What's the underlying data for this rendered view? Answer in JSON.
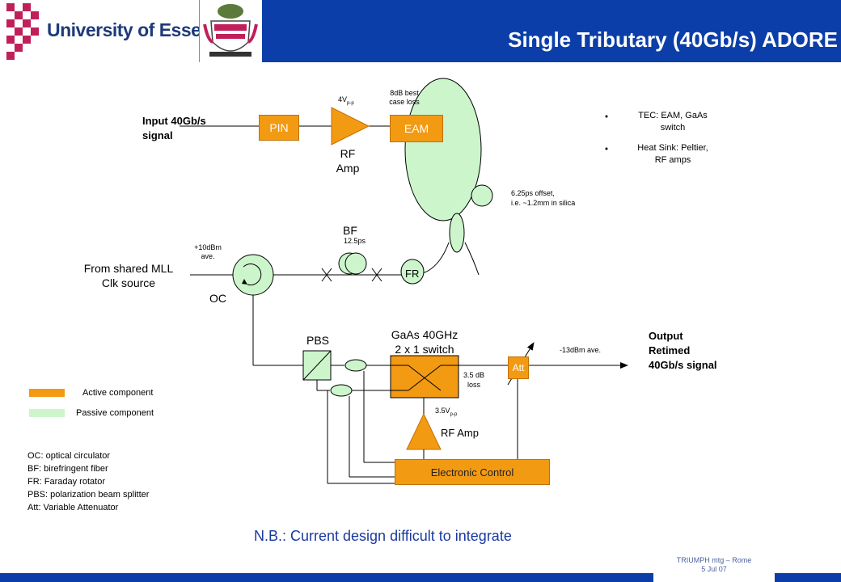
{
  "header": {
    "university": "University of Essex",
    "title": "Single Tributary (40Gb/s) ADORE"
  },
  "labels": {
    "input_signal": [
      "Input 40Gb/s",
      "signal"
    ],
    "pin": "PIN",
    "rf_amp_voltage_main": "4V",
    "rf_amp_voltage_sub": "p-p",
    "rf_amp": [
      "RF",
      "Amp"
    ],
    "eam_loss": [
      "8dB best",
      "case loss"
    ],
    "eam": "EAM",
    "offset_note": [
      "6.25ps offset,",
      "i.e. ~1.2mm in silica"
    ],
    "bf": "BF",
    "bf_length": "12.5ps",
    "power_in": [
      "+10dBm",
      "ave."
    ],
    "clk_source": [
      "From shared MLL",
      "Clk source"
    ],
    "oc": "OC",
    "fr": "FR",
    "pbs": "PBS",
    "switch": [
      "GaAs 40GHz",
      "2 x 1 switch"
    ],
    "switch_loss": [
      "3.5 dB",
      "loss"
    ],
    "att": "Att",
    "out_power": "-13dBm ave.",
    "output": [
      "Output",
      "Retimed",
      "40Gb/s signal"
    ],
    "rf_amp2_voltage_main": "3.5V",
    "rf_amp2_voltage_sub": "p-p",
    "rf_amp2": "RF Amp",
    "electronic_control": "Electronic Control",
    "note": "N.B.: Current design difficult to integrate"
  },
  "bullets": [
    [
      "TEC: EAM, GaAs",
      "switch"
    ],
    [
      "Heat Sink: Peltier,",
      "RF amps"
    ]
  ],
  "legend": {
    "active": "Active component",
    "passive": "Passive component",
    "active_color": "#f39a13",
    "passive_color": "#ccf5cc"
  },
  "abbreviations": [
    "OC: optical circulator",
    "BF: birefringent fiber",
    "FR: Faraday rotator",
    "PBS: polarization beam splitter",
    "Att: Variable Attenuator"
  ],
  "footer": [
    "TRIUMPH mtg – Rome",
    "5 Jul 07"
  ],
  "colors": {
    "brand_blue": "#0b3ea8",
    "orange": "#f39a13",
    "green": "#ccf5cc",
    "note_blue": "#1a3aa0"
  }
}
